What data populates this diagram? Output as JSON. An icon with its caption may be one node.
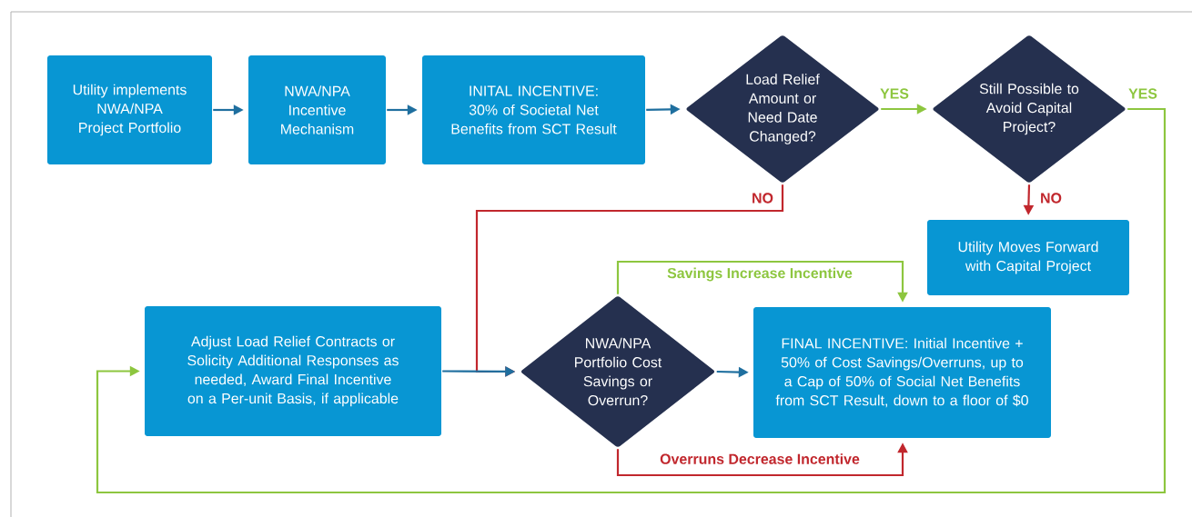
{
  "diagram": {
    "nodes": [
      {
        "text": [
          "Utility implements NWA/NPA Project Portfolio"
        ]
      },
      {
        "text": [
          "NWA/NPA Incentive Mechanism"
        ]
      },
      {
        "text": [
          "INITAL INCENTIVE: 30% of Societal Net Benefits from SCT Result"
        ]
      },
      {
        "text": [
          "Load Relief Amount or Need Date Changed?"
        ]
      },
      {
        "text": [
          "Still Possible to Avoid Capital Project?"
        ]
      },
      {
        "text": [
          "Utility Moves Forward with Capital Project"
        ]
      },
      {
        "text": [
          "Adjust Load Relief Contracts or Solicity Additional Responses as needed, Award Final Incentive on a Per-unit Basis, if applicable"
        ]
      },
      {
        "text": [
          "NWA/NPA Portfolio Cost Savings or Overrun?"
        ]
      },
      {
        "text": [
          "FINAL INCENTIVE: Initial Incentive + 50% of Cost Savings/Overruns, up to a Cap of 50% of Social Net Benefits from SCT Result, down to a floor of $0"
        ]
      }
    ],
    "edges": [
      {
        "from": 0,
        "to": 1,
        "arrow": "to"
      },
      {
        "from": 1,
        "to": 2,
        "arrow": "to"
      },
      {
        "from": 2,
        "to": 3,
        "arrow": "to"
      },
      {
        "from": 3,
        "to": 4,
        "arrow": "to",
        "label": "YES",
        "color": "#8dc63f"
      },
      {
        "from": 3,
        "to": 7,
        "arrow": "to",
        "label": "NO",
        "color": "#c1272d"
      },
      {
        "from": 4,
        "to": 5,
        "arrow": "to",
        "label": "NO",
        "color": "#c1272d"
      },
      {
        "from": 4,
        "to": 6,
        "arrow": "to",
        "label": "YES",
        "color": "#8dc63f"
      },
      {
        "from": 6,
        "to": 7,
        "arrow": "to"
      },
      {
        "from": 7,
        "to": 8,
        "arrow": "to"
      },
      {
        "from": 7,
        "to": 8,
        "arrow": "to",
        "label": "Savings Increase Incentive",
        "color": "#8dc63f"
      },
      {
        "from": 7,
        "to": 8,
        "arrow": "to",
        "label": "Overruns Decrease Incentive",
        "color": "#c1272d"
      }
    ]
  }
}
